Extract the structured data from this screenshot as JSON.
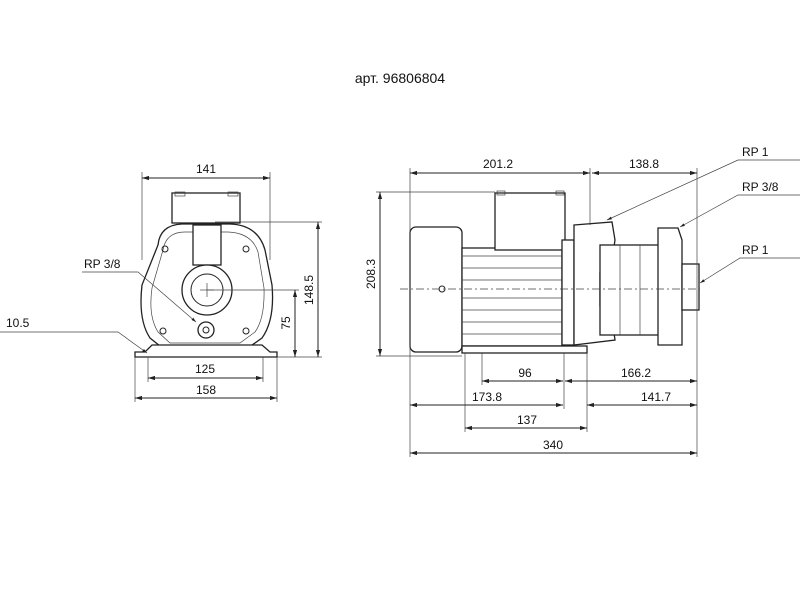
{
  "title": "арт. 96806804",
  "front_view": {
    "width_top": "141",
    "height_total": "148.5",
    "height_axis": "75",
    "base_holes": "125",
    "base_width": "158",
    "foot_thickness": "10.5",
    "drain_port": "RP 3/8"
  },
  "side_view": {
    "motor_length": "201.2",
    "pump_length": "138.8",
    "height_total": "208.3",
    "foot_span": "96",
    "foot_to_inlet": "166.2",
    "motor_to_foot": "173.8",
    "foot_end_to_inlet": "141.7",
    "foot_length": "137",
    "overall_length": "340",
    "discharge_port": "RP 1",
    "vent_port": "RP 3/8",
    "suction_port": "RP 1"
  }
}
